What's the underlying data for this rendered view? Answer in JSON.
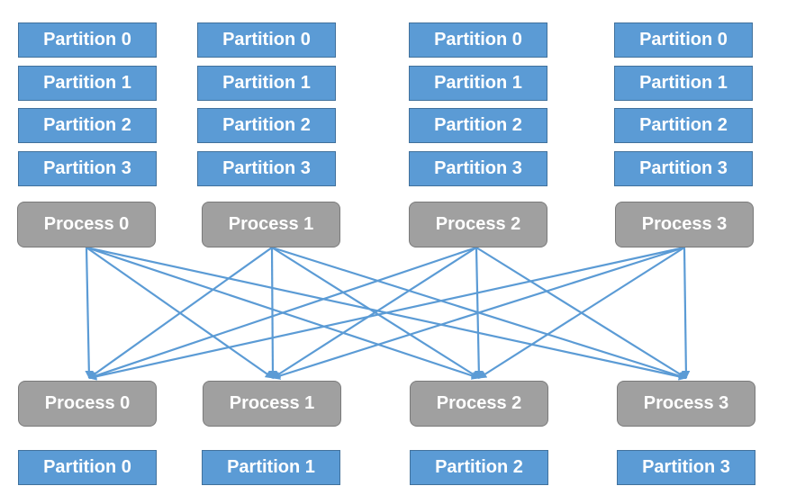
{
  "source_columns": [
    {
      "partitions": [
        "Partition 0",
        "Partition 1",
        "Partition 2",
        "Partition 3"
      ],
      "process": "Process 0"
    },
    {
      "partitions": [
        "Partition 0",
        "Partition 1",
        "Partition 2",
        "Partition 3"
      ],
      "process": "Process 1"
    },
    {
      "partitions": [
        "Partition 0",
        "Partition 1",
        "Partition 2",
        "Partition 3"
      ],
      "process": "Process 2"
    },
    {
      "partitions": [
        "Partition 0",
        "Partition 1",
        "Partition 2",
        "Partition 3"
      ],
      "process": "Process 3"
    }
  ],
  "target_columns": [
    {
      "process": "Process 0",
      "partition": "Partition 0"
    },
    {
      "process": "Process 1",
      "partition": "Partition 1"
    },
    {
      "process": "Process 2",
      "partition": "Partition 2"
    },
    {
      "process": "Process 3",
      "partition": "Partition 3"
    }
  ],
  "edges": "all-to-all",
  "colors": {
    "partition_fill": "#5b9bd5",
    "process_fill": "#a0a0a0",
    "arrow": "#5b9bd5",
    "text": "#ffffff"
  }
}
